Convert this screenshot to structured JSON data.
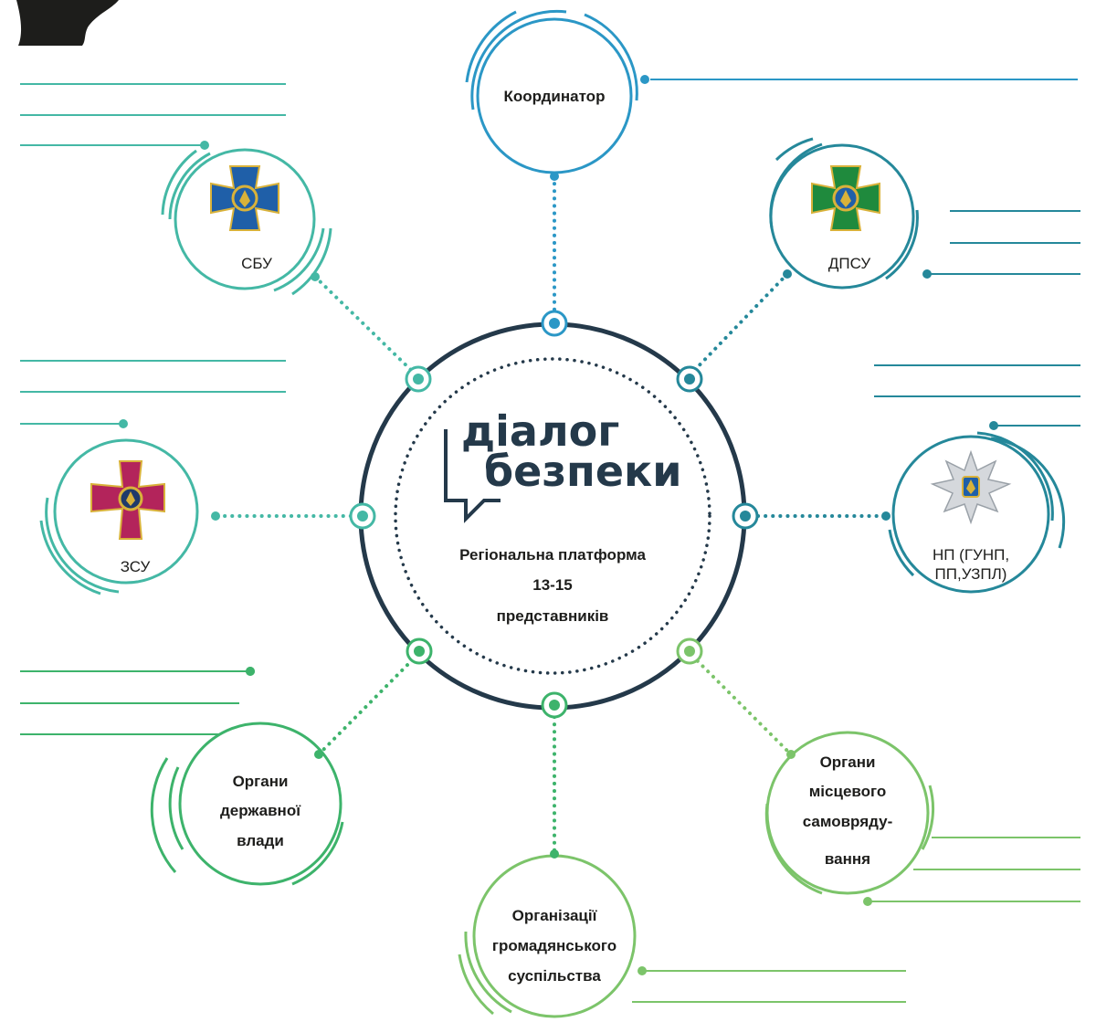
{
  "center": {
    "logo_line1": "діалог",
    "logo_line2": "безпеки",
    "subtitle_line1": "Регіональна платформа",
    "subtitle_line2": "13-15",
    "subtitle_line3": "представників"
  },
  "nodes": {
    "coordinator": {
      "label": "Координатор"
    },
    "sbu": {
      "label": "СБУ",
      "emblem": "sbu-cross-emblem"
    },
    "dpsu": {
      "label": "ДПСУ",
      "emblem": "dpsu-cross-emblem"
    },
    "zsu": {
      "label": "ЗСУ",
      "emblem": "zsu-cross-emblem"
    },
    "np": {
      "label_line1": "НП (ГУНП,",
      "label_line2": "ПП,УЗПЛ)",
      "emblem": "police-star-emblem"
    },
    "state": {
      "label_line1": "Органи",
      "label_line2": "державної",
      "label_line3": "влади"
    },
    "civil": {
      "label_line1": "Організації",
      "label_line2": "громадянського",
      "label_line3": "суспільства"
    },
    "local": {
      "label_line1": "Органи",
      "label_line2": "місцевого",
      "label_line3": "самовряду-",
      "label_line4": "вання"
    }
  },
  "colors": {
    "dark": "#24394a",
    "coordinator": "#2b97c6",
    "teal": "#44b8a5",
    "teal_dark": "#25889a",
    "green": "#3db36b",
    "light_green": "#7cc46a",
    "sbu_blue": "#1f5fa8",
    "dpsu_green": "#1f8a3d",
    "zsu_crimson": "#b3245b",
    "gold": "#d9b23a"
  }
}
